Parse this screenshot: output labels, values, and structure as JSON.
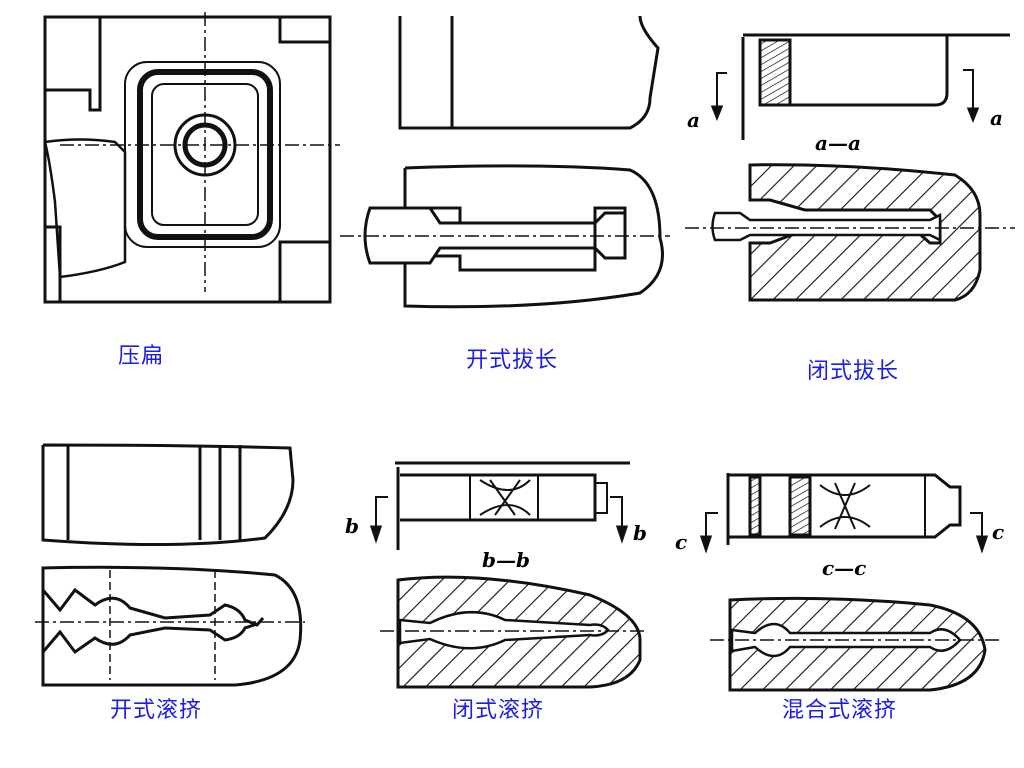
{
  "captions": {
    "flatten": "压扁",
    "open_draw": "开式拔长",
    "closed_draw": "闭式拔长",
    "open_roll": "开式滚挤",
    "closed_roll": "闭式滚挤",
    "mixed_roll": "混合式滚挤"
  },
  "section_labels": {
    "a": "a",
    "a_section": "a—a",
    "b": "b",
    "b_section": "b—b",
    "c": "c",
    "c_section": "c—c"
  },
  "colors": {
    "caption": "#1c1ce6",
    "line": "#111111"
  }
}
